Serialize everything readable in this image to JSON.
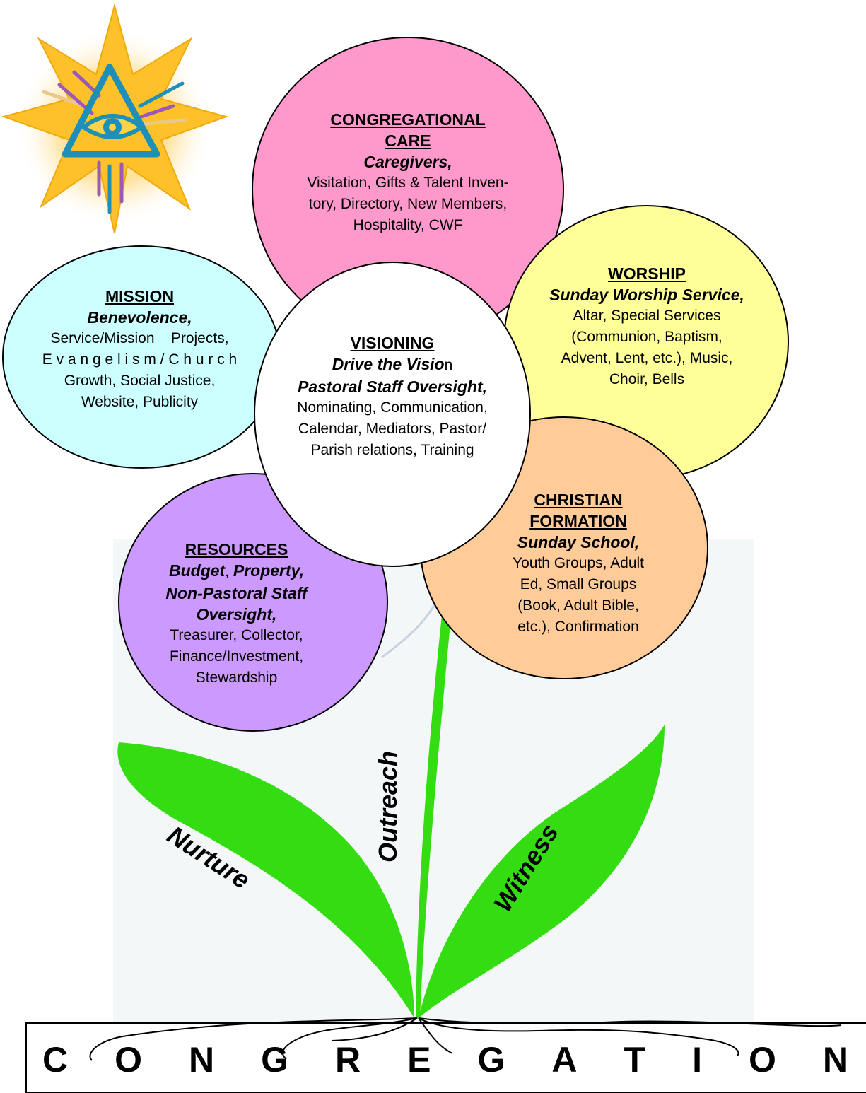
{
  "petals": {
    "congregational_care": {
      "title_line1": "CONGREGATIONAL",
      "title_line2": "CARE",
      "subtitle": "Caregivers,",
      "body": [
        "Visitation, Gifts & Talent Inven-",
        "tory, Directory, New Members,",
        "Hospitality, CWF"
      ],
      "color": "#ff99cc"
    },
    "worship": {
      "title": "WORSHIP",
      "subtitle": "Sunday Worship Service,",
      "body": [
        "Altar, Special Services",
        "(Communion, Baptism,",
        "Advent, Lent, etc.), Music,",
        "Choir, Bells"
      ],
      "color": "#ffff99"
    },
    "mission": {
      "title": "MISSION",
      "subtitle": "Benevolence,",
      "body": [
        "Service/Mission    Projects,",
        "E v a n g e l i s m / C h u r c h",
        "Growth, Social Justice,",
        "Website, Publicity"
      ],
      "color": "#ccffff"
    },
    "visioning": {
      "title": "VISIONING",
      "subtitle1": "Drive the Visio",
      "subtitle1_tail": "n",
      "subtitle2": "Pastoral Staff Oversight,",
      "body": [
        "Nominating, Communication,",
        "Calendar, Mediators, Pastor/",
        "Parish relations, Training"
      ],
      "color": "#ffffff"
    },
    "christian_formation": {
      "title_line1": "CHRISTIAN",
      "title_line2": "FORMATION",
      "subtitle": "Sunday School,",
      "body": [
        "Youth Groups, Adult",
        "Ed, Small Groups",
        "(Book, Adult Bible,",
        "etc.), Confirmation"
      ],
      "color": "#ffcc99"
    },
    "resources": {
      "title": "RESOURCES",
      "subtitle_line1_a": "Budget",
      "subtitle_line1_b": ", ",
      "subtitle_line1_c": "Property,",
      "subtitle_line2": "Non-Pastoral Staff",
      "subtitle_line3": "Oversight,",
      "body": [
        "Treasurer, Collector,",
        "Finance/Investment,",
        "Stewardship"
      ],
      "color": "#cc99ff"
    }
  },
  "plant": {
    "left_leaf": "Nurture",
    "stem": "Outreach",
    "right_leaf": "Witness",
    "leaf_color": "#33dd11"
  },
  "ground": {
    "letters": [
      "C",
      "O",
      "N",
      "G",
      "R",
      "E",
      "G",
      "A",
      "T",
      "I",
      "O",
      "N"
    ]
  },
  "logo": {
    "icon": "star-eye-triangle-icon",
    "star_color": "#ffcc33",
    "triangle_color": "#1e8fb8"
  }
}
